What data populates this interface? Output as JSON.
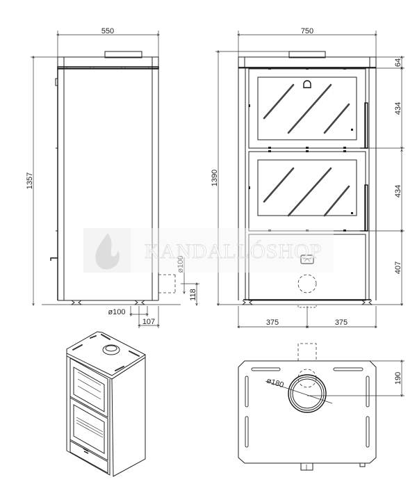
{
  "watermark": {
    "brand": "KANDALLÓSHOP",
    "icon": "flame-icon"
  },
  "side_view": {
    "width_label": "550",
    "height_label": "1357",
    "flue_diameter_label": "ø100",
    "flue_height_label": "118",
    "rear_flue_diameter_label": "ø100",
    "rear_offset_label": "107"
  },
  "front_view": {
    "width_label": "750",
    "height_label": "1390",
    "top_segment_label": "64",
    "upper_door_label": "434",
    "middle_door_label": "434",
    "bottom_segment_label": "407",
    "left_half_label": "375",
    "right_half_label": "375"
  },
  "top_view": {
    "flue_diameter_label": "ø180",
    "flue_offset_label": "190"
  },
  "colors": {
    "line": "#222222",
    "background": "#ffffff",
    "watermark": "#d6d6d6"
  }
}
